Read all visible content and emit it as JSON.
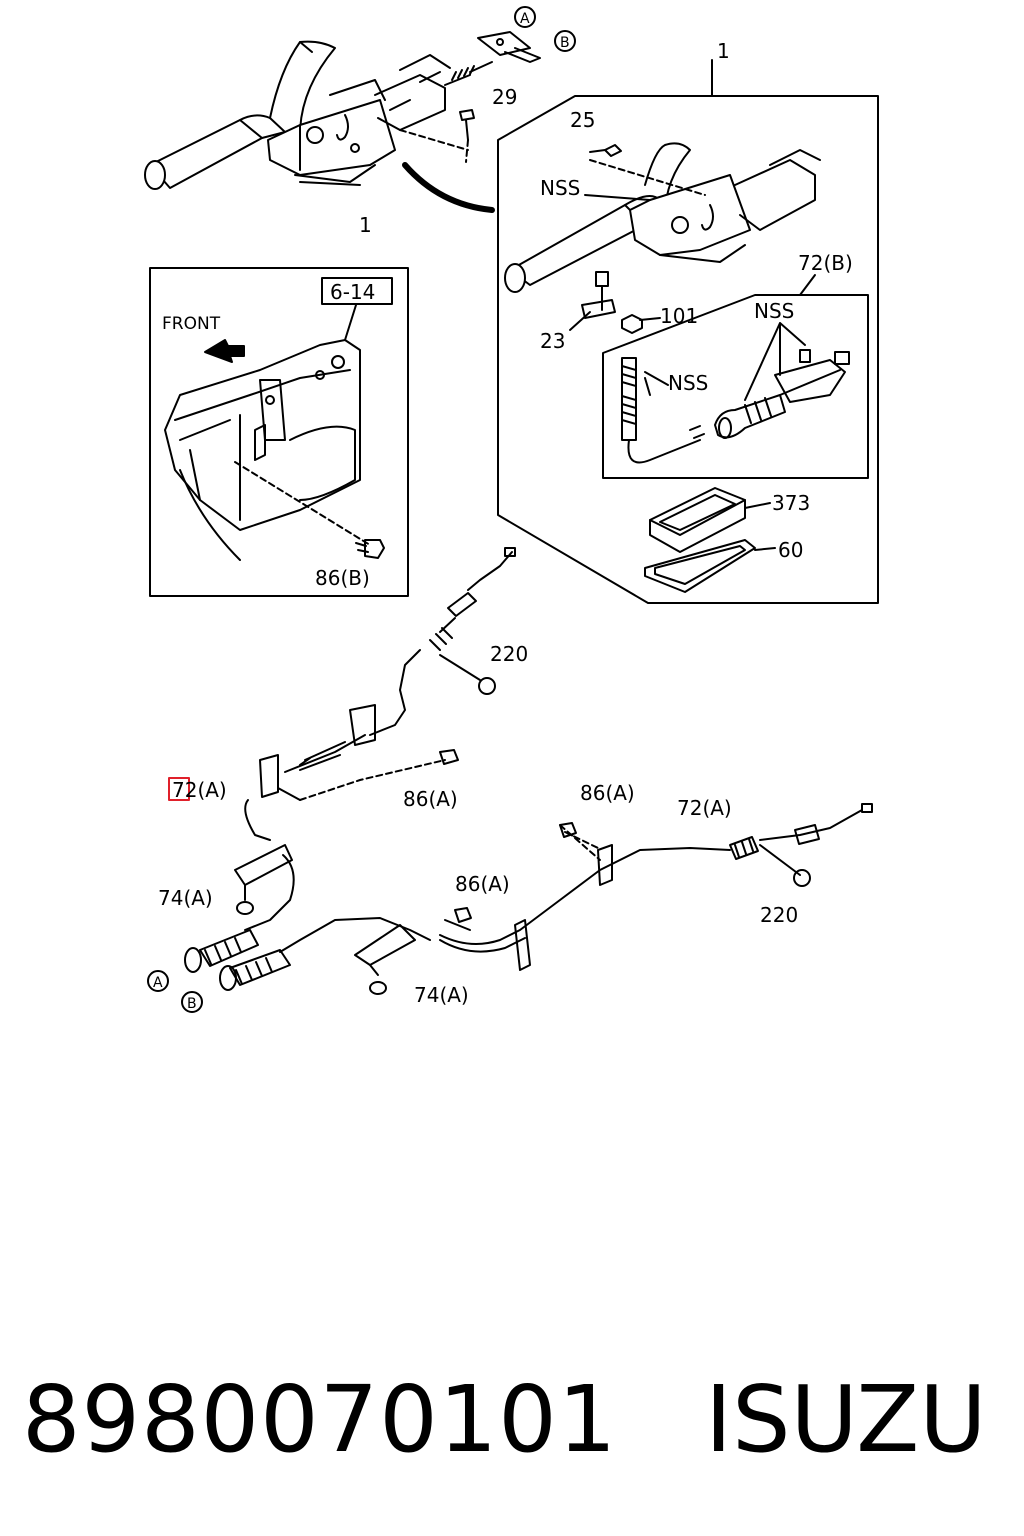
{
  "callouts": {
    "c_1_top": "1",
    "c_1_lever": "1",
    "c_29": "29",
    "c_25": "25",
    "c_nss_1": "NSS",
    "c_72b": "72(B)",
    "c_nss_2": "NSS",
    "c_nss_3": "NSS",
    "c_101": "101",
    "c_23": "23",
    "c_373": "373",
    "c_60": "60",
    "c_6_14": "6-14",
    "c_front": "FRONT",
    "c_86b": "86(B)",
    "c_220_top": "220",
    "c_86a_1": "86(A)",
    "c_72a_left": "72(A)",
    "c_86a_2": "86(A)",
    "c_72a_right": "72(A)",
    "c_86a_3": "86(A)",
    "c_74a_left": "74(A)",
    "c_220_right": "220",
    "c_74a_bottom": "74(A)",
    "c_marker_a": "A",
    "c_marker_b": "B"
  },
  "footer": {
    "part_number": "8980070101",
    "brand": "ISUZU"
  },
  "colors": {
    "line": "#000000",
    "highlight": "#e0202a"
  }
}
